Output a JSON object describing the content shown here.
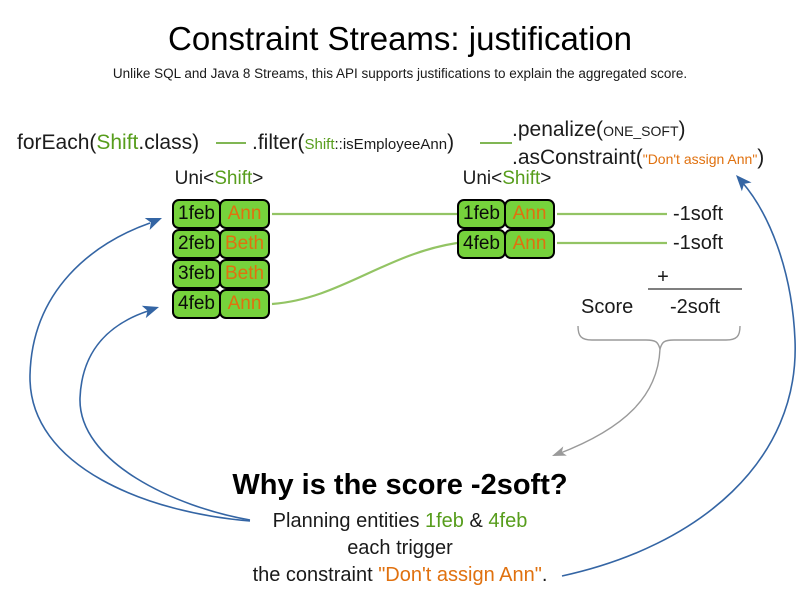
{
  "colors": {
    "green_text": "#579d1c",
    "line_green": "#93c464",
    "cell_green": "#76d23c",
    "orange": "#e0710f",
    "blue": "#3465a4",
    "gray": "#9a9a9a",
    "dark": "#1c1c1c"
  },
  "header": {
    "title": "Constraint Streams: justification",
    "subtitle": "Unlike SQL and Java 8 Streams, this API supports justifications to explain the aggregated score."
  },
  "code": {
    "foreach": {
      "p1": "forEach(",
      "shift": "Shift",
      "p2": ".class)"
    },
    "filter": {
      "p1": ".filter(",
      "shift": "Shift",
      "method": "::isEmployeeAnn",
      "p2": ")"
    },
    "penalize": {
      "p1": ".penalize(",
      "arg": "ONE_SOFT",
      "p2": ")"
    },
    "as_constraint": {
      "p1": ".asConstraint(",
      "arg": "\"Don't assign Ann\"",
      "p2": ")"
    }
  },
  "left_table": {
    "label_p1": "Uni<",
    "label_shift": "Shift",
    "label_p2": ">",
    "rows": [
      {
        "date": "1feb",
        "name": "Ann"
      },
      {
        "date": "2feb",
        "name": "Beth"
      },
      {
        "date": "3feb",
        "name": "Beth"
      },
      {
        "date": "4feb",
        "name": "Ann"
      }
    ]
  },
  "right_table": {
    "label_p1": "Uni<",
    "label_shift": "Shift",
    "label_p2": ">",
    "rows": [
      {
        "date": "1feb",
        "name": "Ann"
      },
      {
        "date": "4feb",
        "name": "Ann"
      }
    ]
  },
  "score_panel": {
    "penalty1": "-1soft",
    "penalty2": "-1soft",
    "plus": "+",
    "score_label": "Score",
    "total": "-2soft"
  },
  "explanation": {
    "heading": "Why is the score -2soft?",
    "line1_p1": "Planning entities ",
    "entity1": "1feb",
    "amp": " & ",
    "entity2": "4feb",
    "line2": "each trigger",
    "line3_p1": "the constraint ",
    "constraint": "\"Don't assign Ann\"",
    "line3_p2": "."
  }
}
